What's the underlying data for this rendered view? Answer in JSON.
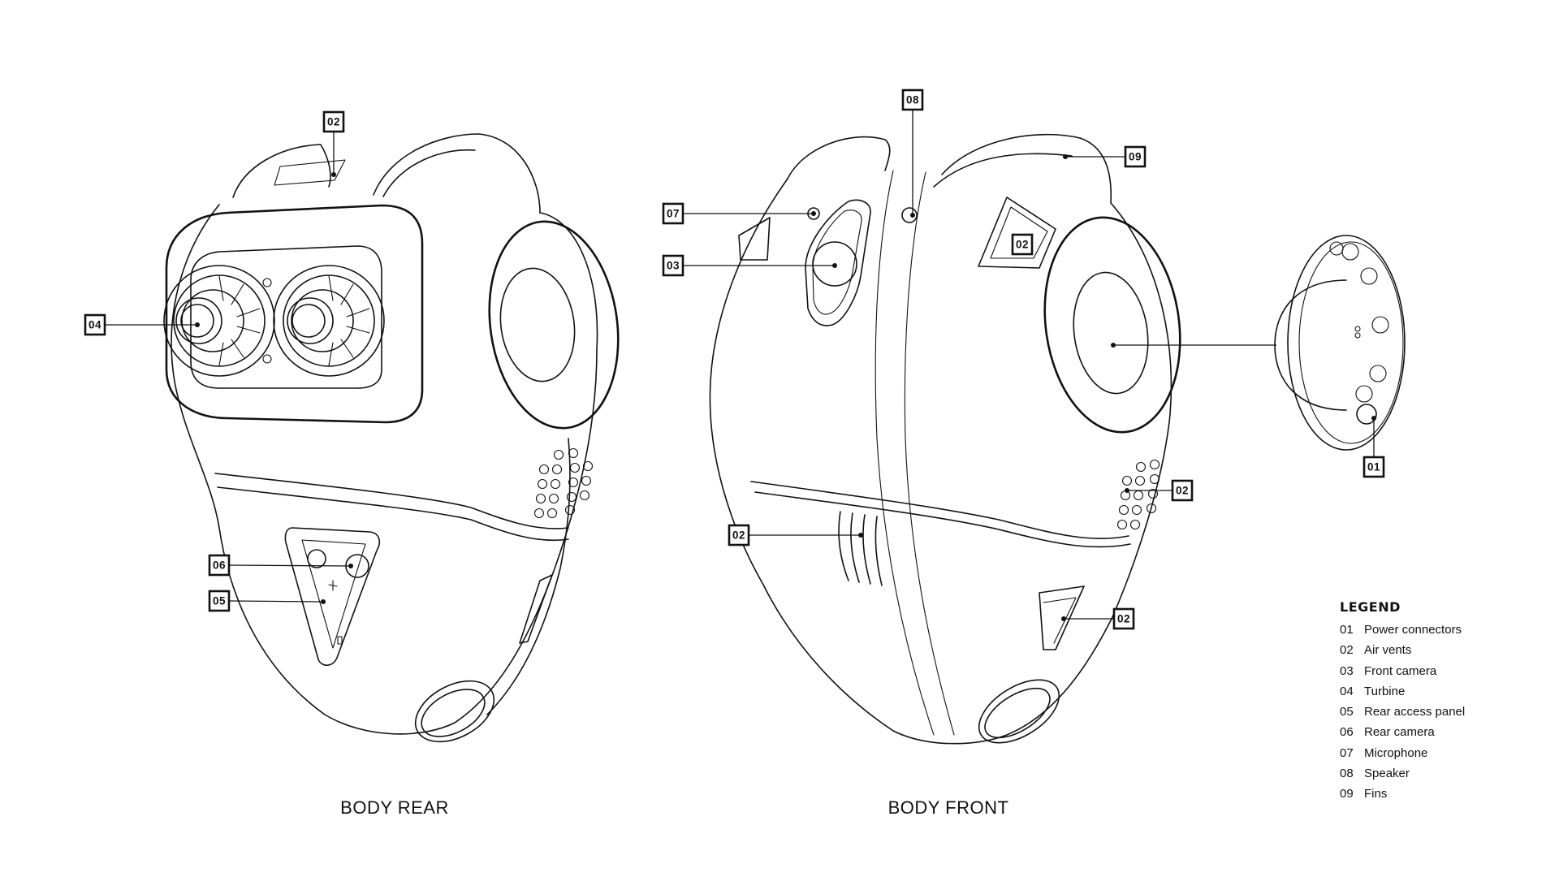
{
  "views": [
    {
      "caption": "BODY REAR"
    },
    {
      "caption": "BODY FRONT"
    }
  ],
  "callouts": {
    "rear": [
      "02",
      "04",
      "06",
      "05"
    ],
    "front": [
      "08",
      "09",
      "07",
      "03",
      "02",
      "02",
      "02",
      "02",
      "01"
    ]
  },
  "legend": {
    "title": "LEGEND",
    "items": [
      {
        "num": "01",
        "label": "Power connectors"
      },
      {
        "num": "02",
        "label": "Air vents"
      },
      {
        "num": "03",
        "label": "Front camera"
      },
      {
        "num": "04",
        "label": "Turbine"
      },
      {
        "num": "05",
        "label": "Rear access panel"
      },
      {
        "num": "06",
        "label": "Rear camera"
      },
      {
        "num": "07",
        "label": "Microphone"
      },
      {
        "num": "08",
        "label": "Speaker"
      },
      {
        "num": "09",
        "label": "Fins"
      }
    ]
  }
}
